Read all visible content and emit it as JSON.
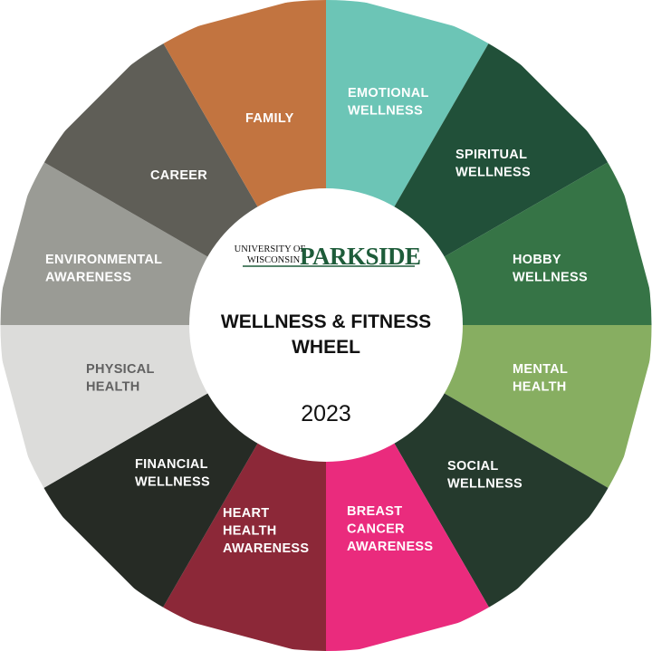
{
  "segments": [
    {
      "id": "emotional-wellness",
      "lines": [
        "EMOTIONAL",
        "WELLNESS"
      ],
      "color": "#6cc5b6",
      "text_color": "#ffffff"
    },
    {
      "id": "spiritual-wellness",
      "lines": [
        "SPIRITUAL",
        "WELLNESS"
      ],
      "color": "#215039",
      "text_color": "#ffffff"
    },
    {
      "id": "hobby-wellness",
      "lines": [
        "HOBBY",
        "WELLNESS"
      ],
      "color": "#367446",
      "text_color": "#ffffff"
    },
    {
      "id": "mental-health",
      "lines": [
        "MENTAL",
        "HEALTH"
      ],
      "color": "#87ae61",
      "text_color": "#ffffff"
    },
    {
      "id": "social-wellness",
      "lines": [
        "SOCIAL",
        "WELLNESS"
      ],
      "color": "#253a2d",
      "text_color": "#ffffff"
    },
    {
      "id": "breast-cancer-awareness",
      "lines": [
        "BREAST",
        "CANCER",
        "AWARENESS"
      ],
      "color": "#ea2b7d",
      "text_color": "#ffffff"
    },
    {
      "id": "heart-health-awareness",
      "lines": [
        "HEART",
        "HEALTH",
        "AWARENESS"
      ],
      "color": "#8c2838",
      "text_color": "#ffffff"
    },
    {
      "id": "financial-wellness",
      "lines": [
        "FINANCIAL",
        "WELLNESS"
      ],
      "color": "#262b25",
      "text_color": "#ffffff"
    },
    {
      "id": "physical-health",
      "lines": [
        "PHYSICAL",
        "HEALTH"
      ],
      "color": "#dcdcda",
      "text_color": "#616161"
    },
    {
      "id": "environmental-awareness",
      "lines": [
        "ENVIRONMENTAL",
        "AWARENESS"
      ],
      "color": "#9a9b95",
      "text_color": "#ffffff"
    },
    {
      "id": "career",
      "lines": [
        "CAREER"
      ],
      "color": "#5f5e57",
      "text_color": "#ffffff"
    },
    {
      "id": "family",
      "lines": [
        "FAMILY"
      ],
      "color": "#c27440",
      "text_color": "#ffffff"
    }
  ],
  "center": {
    "logo": {
      "small_top": "UNIVERSITY OF",
      "small_bottom": "WISCONSIN",
      "wordmark": "PARKSIDE"
    },
    "title_line1": "WELLNESS & FITNESS",
    "title_line2": "WHEEL",
    "year": "2023"
  }
}
